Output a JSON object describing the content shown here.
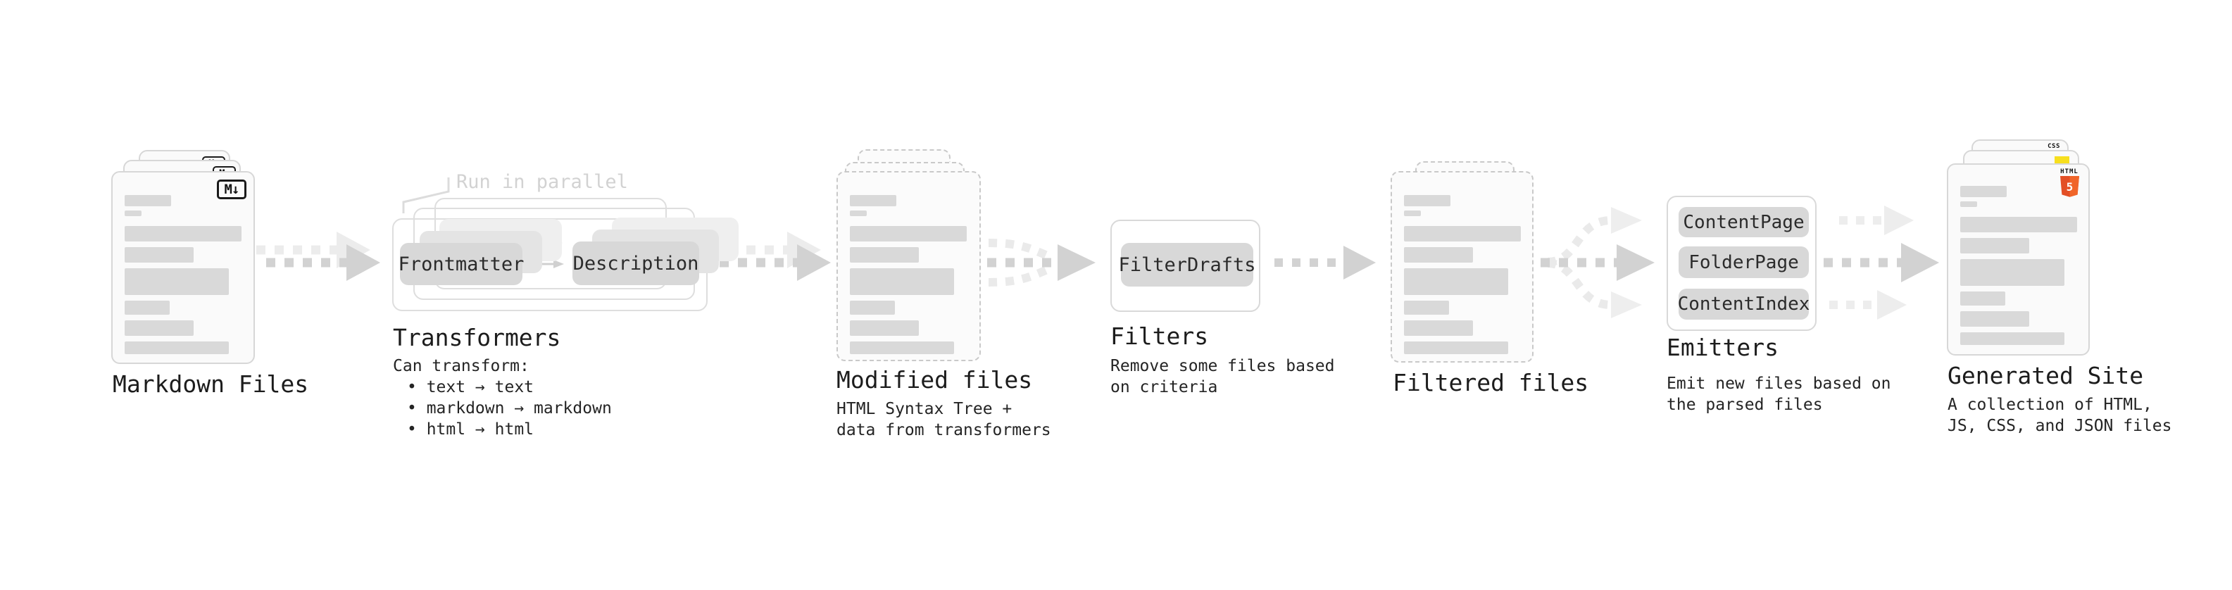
{
  "diagram": {
    "background": "#ffffff",
    "callout": {
      "text": "Run in parallel"
    },
    "stages": {
      "markdown": {
        "label": "Markdown Files",
        "icon_text": "M↓",
        "icon_name": "markdown-icon"
      },
      "transformers": {
        "label": "Transformers",
        "description_lines": [
          "Can transform:",
          "• text → text",
          "• markdown → markdown",
          "• html → html"
        ],
        "pills": {
          "left": "Frontmatter",
          "right": "Description"
        }
      },
      "modified": {
        "label": "Modified files",
        "description_lines": [
          "HTML Syntax Tree +",
          "data from transformers"
        ]
      },
      "filters": {
        "label": "Filters",
        "description_lines": [
          "Remove some files based",
          "on criteria"
        ],
        "pill": "FilterDrafts"
      },
      "filtered": {
        "label": "Filtered files"
      },
      "emitters": {
        "label": "Emitters",
        "description_lines": [
          "Emit new files based on",
          "the parsed files"
        ],
        "pills": [
          "ContentPage",
          "FolderPage",
          "ContentIndex"
        ]
      },
      "generated": {
        "label": "Generated Site",
        "description_lines": [
          "A collection of HTML,",
          "JS, CSS, and JSON files"
        ],
        "badges": {
          "css_text": "CSS",
          "html_text": "HTML",
          "html_number": "5"
        }
      }
    },
    "file_card_bars": [
      {
        "w": 66,
        "h": 16,
        "mb": 6
      },
      {
        "w": 24,
        "h": 8,
        "mb": 14
      },
      {
        "w": 166,
        "h": 22,
        "mb": 8
      },
      {
        "w": 98,
        "h": 22,
        "mb": 8
      },
      {
        "w": 148,
        "h": 38,
        "mb": 8
      },
      {
        "w": 64,
        "h": 20,
        "mb": 8
      },
      {
        "w": 98,
        "h": 22,
        "mb": 8
      },
      {
        "w": 148,
        "h": 18,
        "mb": 0
      }
    ],
    "colors": {
      "card_bg": "#fafafa",
      "card_border": "#d7d7d7",
      "dashed_border": "#c9c9c9",
      "placeholder_bar": "#d9d9d9",
      "pill_bg": "#d8d8d8",
      "pill_text": "#2b2b2b",
      "label_text": "#1c1c1c",
      "callout_text": "#d2d2d2",
      "arrow_dark": "#d2d2d2",
      "arrow_light": "#ececec",
      "html5_orange": "#e34f26",
      "html5_orange_light": "#f06529",
      "js_yellow": "#f7df1e",
      "css_blue": "#2b63f6"
    }
  }
}
